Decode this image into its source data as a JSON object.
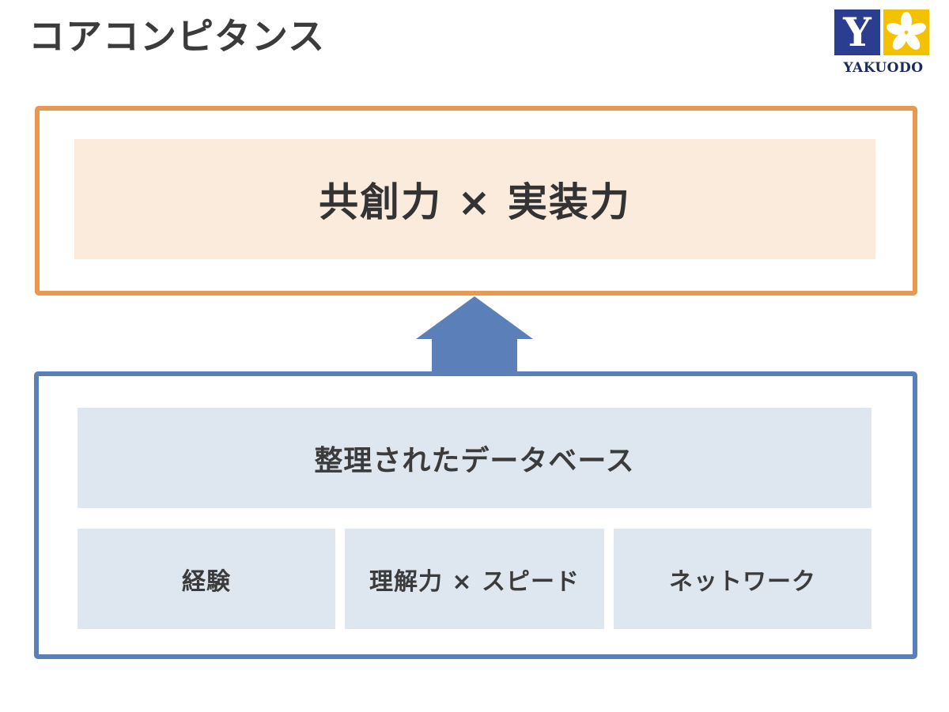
{
  "title": "コアコンピタンス",
  "logo": {
    "letter": "Y",
    "text": "YAKUODO",
    "colors": {
      "blue": "#2a3d8f",
      "yellow": "#f2c200"
    }
  },
  "colors": {
    "orange": "#e8994f",
    "blue": "#5b7fb8"
  },
  "top": {
    "label": "共創力 × 実装力"
  },
  "arrow": {
    "direction": "up",
    "color": "#5b7fb8"
  },
  "bottom": {
    "database_label": "整理されたデータベース",
    "items": [
      {
        "label": "経験"
      },
      {
        "label": "理解力 × スピード"
      },
      {
        "label": "ネットワーク"
      }
    ]
  }
}
